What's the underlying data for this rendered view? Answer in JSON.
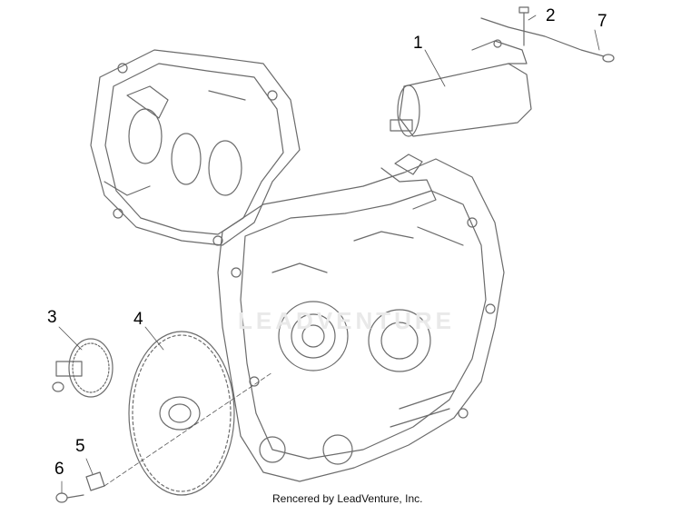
{
  "callouts": [
    {
      "id": "1",
      "label": "1"
    },
    {
      "id": "2",
      "label": "2"
    },
    {
      "id": "3",
      "label": "3"
    },
    {
      "id": "4",
      "label": "4"
    },
    {
      "id": "5",
      "label": "5"
    },
    {
      "id": "6",
      "label": "6"
    },
    {
      "id": "7",
      "label": "7"
    }
  ],
  "footer": {
    "text": "Rencered by LeadVenture, Inc."
  },
  "watermark": {
    "text": "LEADVENTURE"
  },
  "colors": {
    "line": "#6b6b6b",
    "callout": "#000000",
    "leader": "#555555",
    "watermark": "#e9e9e9"
  }
}
